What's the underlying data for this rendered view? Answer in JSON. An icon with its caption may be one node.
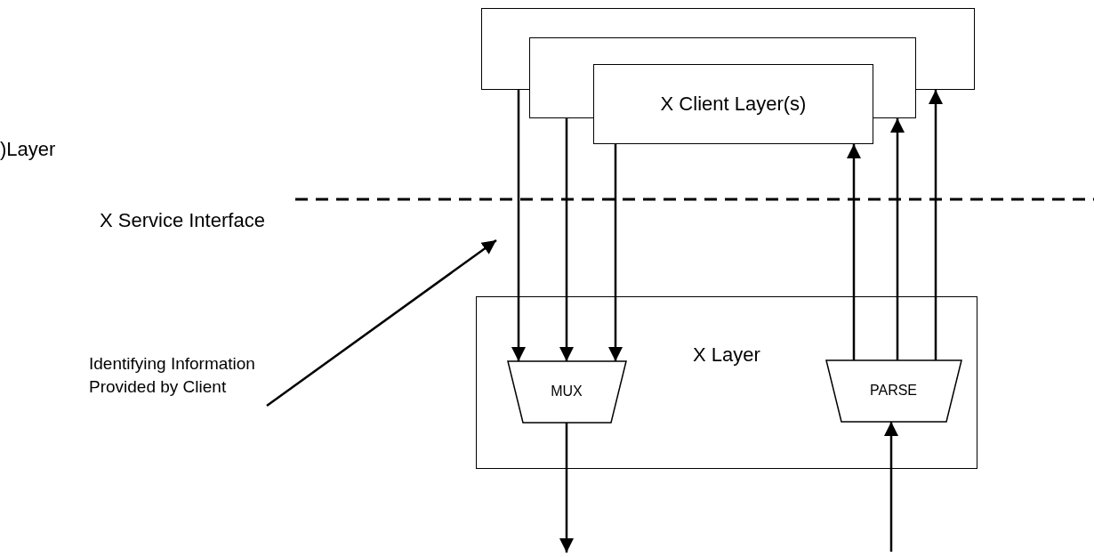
{
  "diagram": {
    "nodes": [
      {
        "text": [],
        "shape": "box"
      },
      {
        "text": [],
        "shape": "box"
      },
      {
        "text": [
          "X Client Layer(s)"
        ]
      },
      {
        "text": [
          "X Layer"
        ]
      },
      {
        "text": [
          "MUX"
        ],
        "in": 3
      },
      {
        "text": [
          "PARSE"
        ],
        "in": 3
      },
      {
        "text": [
          "Identifying Information Provided by Client"
        ]
      }
    ],
    "edges": [
      {
        "from": 0,
        "to": 4,
        "arrow": "to"
      },
      {
        "from": 1,
        "to": 4,
        "arrow": "to"
      },
      {
        "from": 2,
        "to": 4,
        "arrow": "to"
      },
      {
        "from": 5,
        "to": 2,
        "arrow": "to"
      },
      {
        "from": 5,
        "to": 1,
        "arrow": "to"
      },
      {
        "from": 5,
        "to": 0,
        "arrow": "to"
      },
      {
        "from": 4,
        "to": null,
        "arrow": "to"
      },
      {
        "from": null,
        "to": 5,
        "arrow": "to"
      },
      {
        "from": 6,
        "to": null,
        "arrow": "to"
      }
    ],
    "labels": [
      ")Layer",
      "X Service Interface"
    ]
  }
}
